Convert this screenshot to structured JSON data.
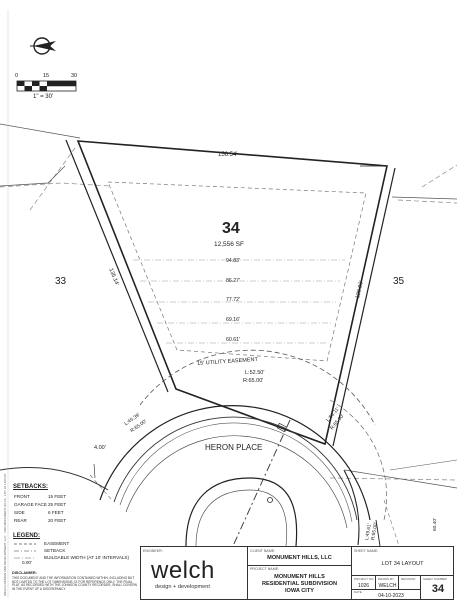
{
  "north_arrow": {
    "icon": "north-arrow-icon"
  },
  "scale_bar": {
    "ticks": [
      "0",
      "15",
      "30"
    ],
    "ratio": "1\" = 30'"
  },
  "lot": {
    "number": "34",
    "area": "12,556 SF",
    "front_width": "156.54'",
    "left_side": "135.14'",
    "right_side": "128.06'",
    "buildable_widths": [
      "94.83'",
      "86.27'",
      "77.72'",
      "69.16'",
      "60.61'"
    ]
  },
  "adjacent_lots": {
    "left": "33",
    "right": "35"
  },
  "easement_label": "15' UTILITY EASEMENT",
  "curves": {
    "main_l": "L:52.50'",
    "main_r": "R:65.00'",
    "left_l": "L:45.39'",
    "left_r": "R:65.00'",
    "right_l": "L:56.11'",
    "right_r": "R:65.00'",
    "bottom_l": "L:49.61'",
    "bottom_r": "R:65.00'"
  },
  "dimension_left": "4.00'",
  "dimension_right": "60.40'",
  "street_name": "HERON PLACE",
  "setbacks": {
    "title": "SETBACKS:",
    "rows": [
      {
        "label": "FRONT",
        "value": "15 FEET"
      },
      {
        "label": "GARAGE FACE",
        "value": "25 FEET"
      },
      {
        "label": "SIDE",
        "value": "6 FEET"
      },
      {
        "label": "REAR",
        "value": "20 FEET"
      }
    ]
  },
  "legend": {
    "title": "LEGEND:",
    "items": [
      {
        "label": "EASEMENT"
      },
      {
        "label": "SETBACK"
      },
      {
        "label": "BUILDABLE WIDTH (AT 10' INTERVALS)",
        "sample": "0.00'"
      }
    ]
  },
  "title_block": {
    "logo_main": "welch",
    "logo_sub": "design + development",
    "client_header": "CLIENT NAME:",
    "client": "MONUMENT HILLS, LLC",
    "project_header": "PROJECT NAME:",
    "project_lines": [
      "MONUMENT HILLS",
      "RESIDENTIAL SUBDIVISION",
      "IOWA CITY"
    ],
    "sheet_name_header": "SHEET NAME:",
    "sheet_name": "LOT 34 LAYOUT",
    "project_no_header": "PROJECT NO.",
    "project_no": "1026",
    "drawn_by_header": "DRAWN BY",
    "drawn_by": "WELCH",
    "date_header": "DATE",
    "date": "04-10-2023",
    "revision_header": "REVISION",
    "sheet_number_header": "SHEET NUMBER",
    "sheet_number": "34",
    "engineer_header": "ENGINEER:"
  },
  "disclaimer": {
    "title": "DISCLAIMER:",
    "text": "THIS DOCUMENT AND THE INFORMATION CONTAINED WITHIN, INCLUDING BUT NOT LIMITED TO THE LOT DIMENSIONS, IS FOR REFERENCE ONLY. THE FINAL PLAT, AS RECORDED WITH THE JOHNSON COUNTY RECORDER, SHALL GOVERN IN THE EVENT OF A DISCREPANCY."
  },
  "side_note": "WELCH DESIGN AND DEVELOPMENT, LLC · 1026 MONUMENT HILLS · LOT 34 LAYOUT"
}
